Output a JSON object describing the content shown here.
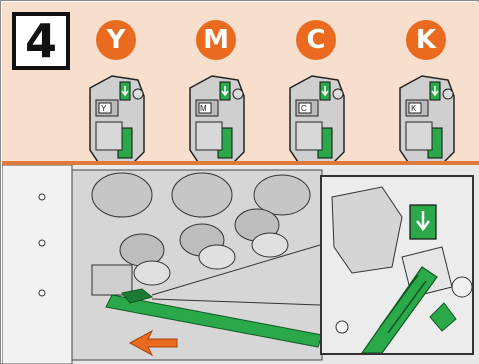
{
  "step": {
    "number": "4"
  },
  "cartridges": [
    {
      "letter": "Y",
      "label": "Y"
    },
    {
      "letter": "M",
      "label": "M"
    },
    {
      "letter": "C",
      "label": "C"
    },
    {
      "letter": "K",
      "label": "K"
    }
  ],
  "colors": {
    "accent_orange": "#ea6a1f",
    "panel_peach": "#f8dfcd",
    "cleaning_green": "#2aa84a"
  },
  "icons": [
    "arrow-right-icon",
    "arrow-down-icon"
  ]
}
